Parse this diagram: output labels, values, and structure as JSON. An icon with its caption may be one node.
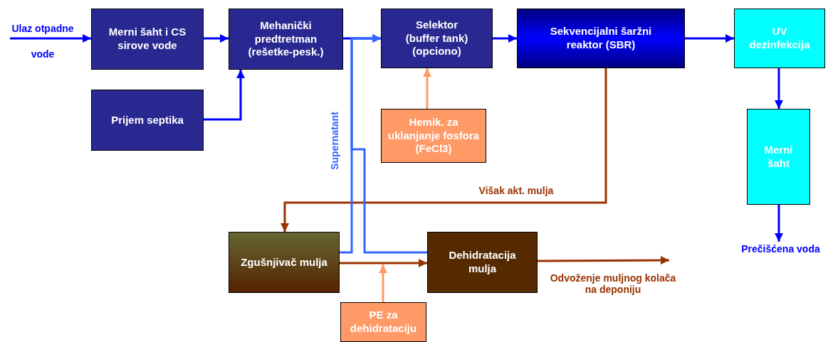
{
  "diagram": {
    "nodes": [
      {
        "text": [
          "Merni šaht i CS sirove vode"
        ]
      },
      {
        "text": [
          "Mehanički predtretman (rešetke-pesk.)"
        ]
      },
      {
        "text": [
          "Prijem septika"
        ]
      },
      {
        "text": [
          "Selektor (buffer tank) (opciono)"
        ]
      },
      {
        "text": [
          "Sekvencijalni šaržni reaktor (SBR)"
        ]
      },
      {
        "text": [
          "UV dezinfekcija"
        ]
      },
      {
        "text": [
          "Hemik. za uklanjanje fosfora (FeCl3)"
        ]
      },
      {
        "text": [
          "Merni šaht"
        ]
      },
      {
        "text": [
          "Zgušnjivač mulja"
        ]
      },
      {
        "text": [
          "Dehidratacija mulja"
        ]
      },
      {
        "text": [
          "PE za dehidrataciju"
        ]
      },
      {
        "text": [
          "Prečišćena voda"
        ]
      }
    ],
    "edges": [
      {
        "from": null,
        "to": 0,
        "arrow": "to",
        "label": "Ulaz otpadne vode"
      },
      {
        "from": 0,
        "to": 1,
        "arrow": "to"
      },
      {
        "from": 2,
        "to": 1,
        "arrow": "to"
      },
      {
        "from": 1,
        "to": 3,
        "arrow": "to"
      },
      {
        "from": 3,
        "to": 4,
        "arrow": "to"
      },
      {
        "from": 4,
        "to": 5,
        "arrow": "to"
      },
      {
        "from": 6,
        "to": 3,
        "arrow": "to",
        "color": "#ff9966"
      },
      {
        "from": 5,
        "to": 7,
        "arrow": "to"
      },
      {
        "from": 7,
        "to": 11,
        "arrow": "to"
      },
      {
        "from": 4,
        "to": 8,
        "arrow": "to",
        "color": "#993300",
        "label": "Višak akt. mulja"
      },
      {
        "from": 8,
        "to": 3,
        "arrow": "to",
        "color": "#3366ff",
        "label": "Supernatant"
      },
      {
        "from": 9,
        "to": 3,
        "arrow": "to",
        "color": "#3366ff"
      },
      {
        "from": 8,
        "to": 9,
        "arrow": "to",
        "color": "#993300"
      },
      {
        "from": 10,
        "to": null,
        "arrow": "to",
        "color": "#ff9966"
      },
      {
        "from": 9,
        "to": null,
        "arrow": "to",
        "color": "#993300",
        "label": "Odvoženje muljnog kolača na deponiju"
      }
    ]
  }
}
